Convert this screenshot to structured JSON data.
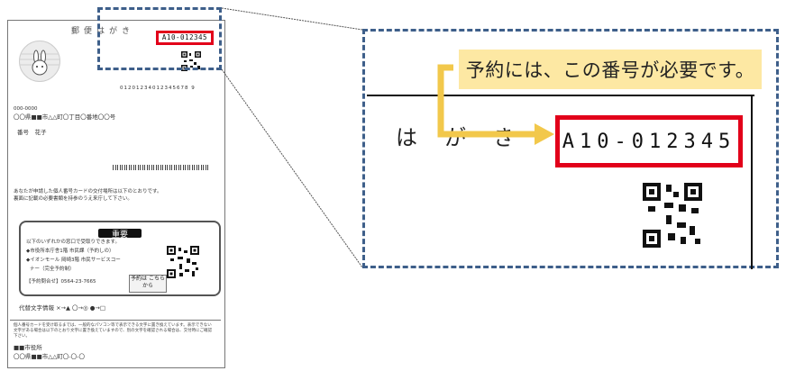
{
  "postcard": {
    "header": "郵便はがき",
    "reservation_code": "A10-012345",
    "number_row": "01201234012345678 9",
    "postal": "000-0000",
    "address": "〇〇県■■市△△町〇丁目〇番地〇〇号",
    "name": "番号　花子",
    "intro_line1": "あなたが申請した個人番号カードの交付場所は以下のとおりです。",
    "intro_line2": "裏面に記載の必要書類を持参のうえ来庁して下さい。",
    "box_title": "重要",
    "box_line1": "以下のいずれかの窓口で受取りできます。",
    "box_line2": "◆市役所本庁舎1階 市民課（予約しの）",
    "box_line3": "◆イオンモール 岡崎3階 市民サービスコー",
    "box_line4": "ナー（完全予約制）",
    "box_line5": "【予約問合せ】0564-23-7665",
    "callout": "予約は こちらから",
    "kanji_label": "代替文字情報 ×→▲ 〇→◎ ●→□",
    "footer_note1": "個人番号カードを受け取るまでは、一般的なパソコン等で表示できる文字に置き換えています。表示できない",
    "footer_note2": "文字がある場合は以下のとおり文字に置き換えていますので、別の文字を確認される場合は、交付時にご確認",
    "footer_note3": "下さい。",
    "sender1": "■■市役所",
    "sender2": "〇〇県■■市△△町〇-〇-〇"
  },
  "zoom": {
    "note": "予約には、この番号が必要です。",
    "hagaki": "はがき",
    "reservation_code": "A10-012345"
  },
  "colors": {
    "code_red": "#e2001a",
    "dash_blue": "#3e5f8a",
    "note_yellow": "#fde8a3",
    "arrow_yellow": "#f2c84b"
  }
}
